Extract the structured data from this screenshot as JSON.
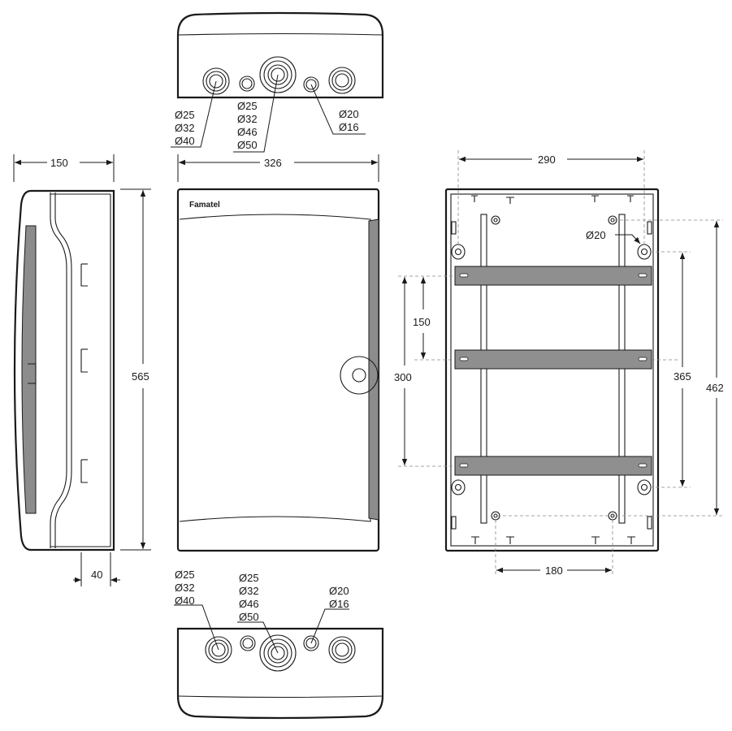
{
  "brand": "Famatel",
  "top_view": {
    "labels": {
      "left": [
        "Ø25",
        "Ø32",
        "Ø40"
      ],
      "center": [
        "Ø25",
        "Ø32",
        "Ø46",
        "Ø50"
      ],
      "right": [
        "Ø20",
        "Ø16"
      ]
    }
  },
  "bottom_view": {
    "labels": {
      "left": [
        "Ø25",
        "Ø32",
        "Ø40"
      ],
      "center": [
        "Ø25",
        "Ø32",
        "Ø46",
        "Ø50"
      ],
      "right": [
        "Ø20",
        "Ø16"
      ]
    }
  },
  "side_view": {
    "width": "150",
    "height": "565",
    "depth_offset": "40"
  },
  "front_view": {
    "width": "326"
  },
  "back_view": {
    "width": "290",
    "hole_label": "Ø20",
    "rail_spacing": "150",
    "rail_total": "300",
    "mount_height": "365",
    "total_height": "462",
    "bottom_width": "180"
  }
}
